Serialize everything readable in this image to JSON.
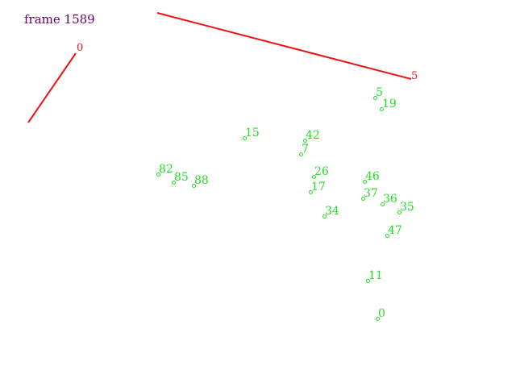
{
  "frame_title": "frame 1589",
  "colors": {
    "title": "#660066",
    "line": "#ee1111",
    "point": "#22dd22",
    "background": "#ffffff"
  },
  "lines": [
    {
      "label": "0"
    },
    {
      "label": "5"
    }
  ],
  "points": [
    {
      "label": "5"
    },
    {
      "label": "19"
    },
    {
      "label": "15"
    },
    {
      "label": "42"
    },
    {
      "label": "7"
    },
    {
      "label": "82"
    },
    {
      "label": "85"
    },
    {
      "label": "88"
    },
    {
      "label": "26"
    },
    {
      "label": "46"
    },
    {
      "label": "17"
    },
    {
      "label": "37"
    },
    {
      "label": "36"
    },
    {
      "label": "35"
    },
    {
      "label": "34"
    },
    {
      "label": "47"
    },
    {
      "label": "11"
    },
    {
      "label": "0"
    }
  ]
}
